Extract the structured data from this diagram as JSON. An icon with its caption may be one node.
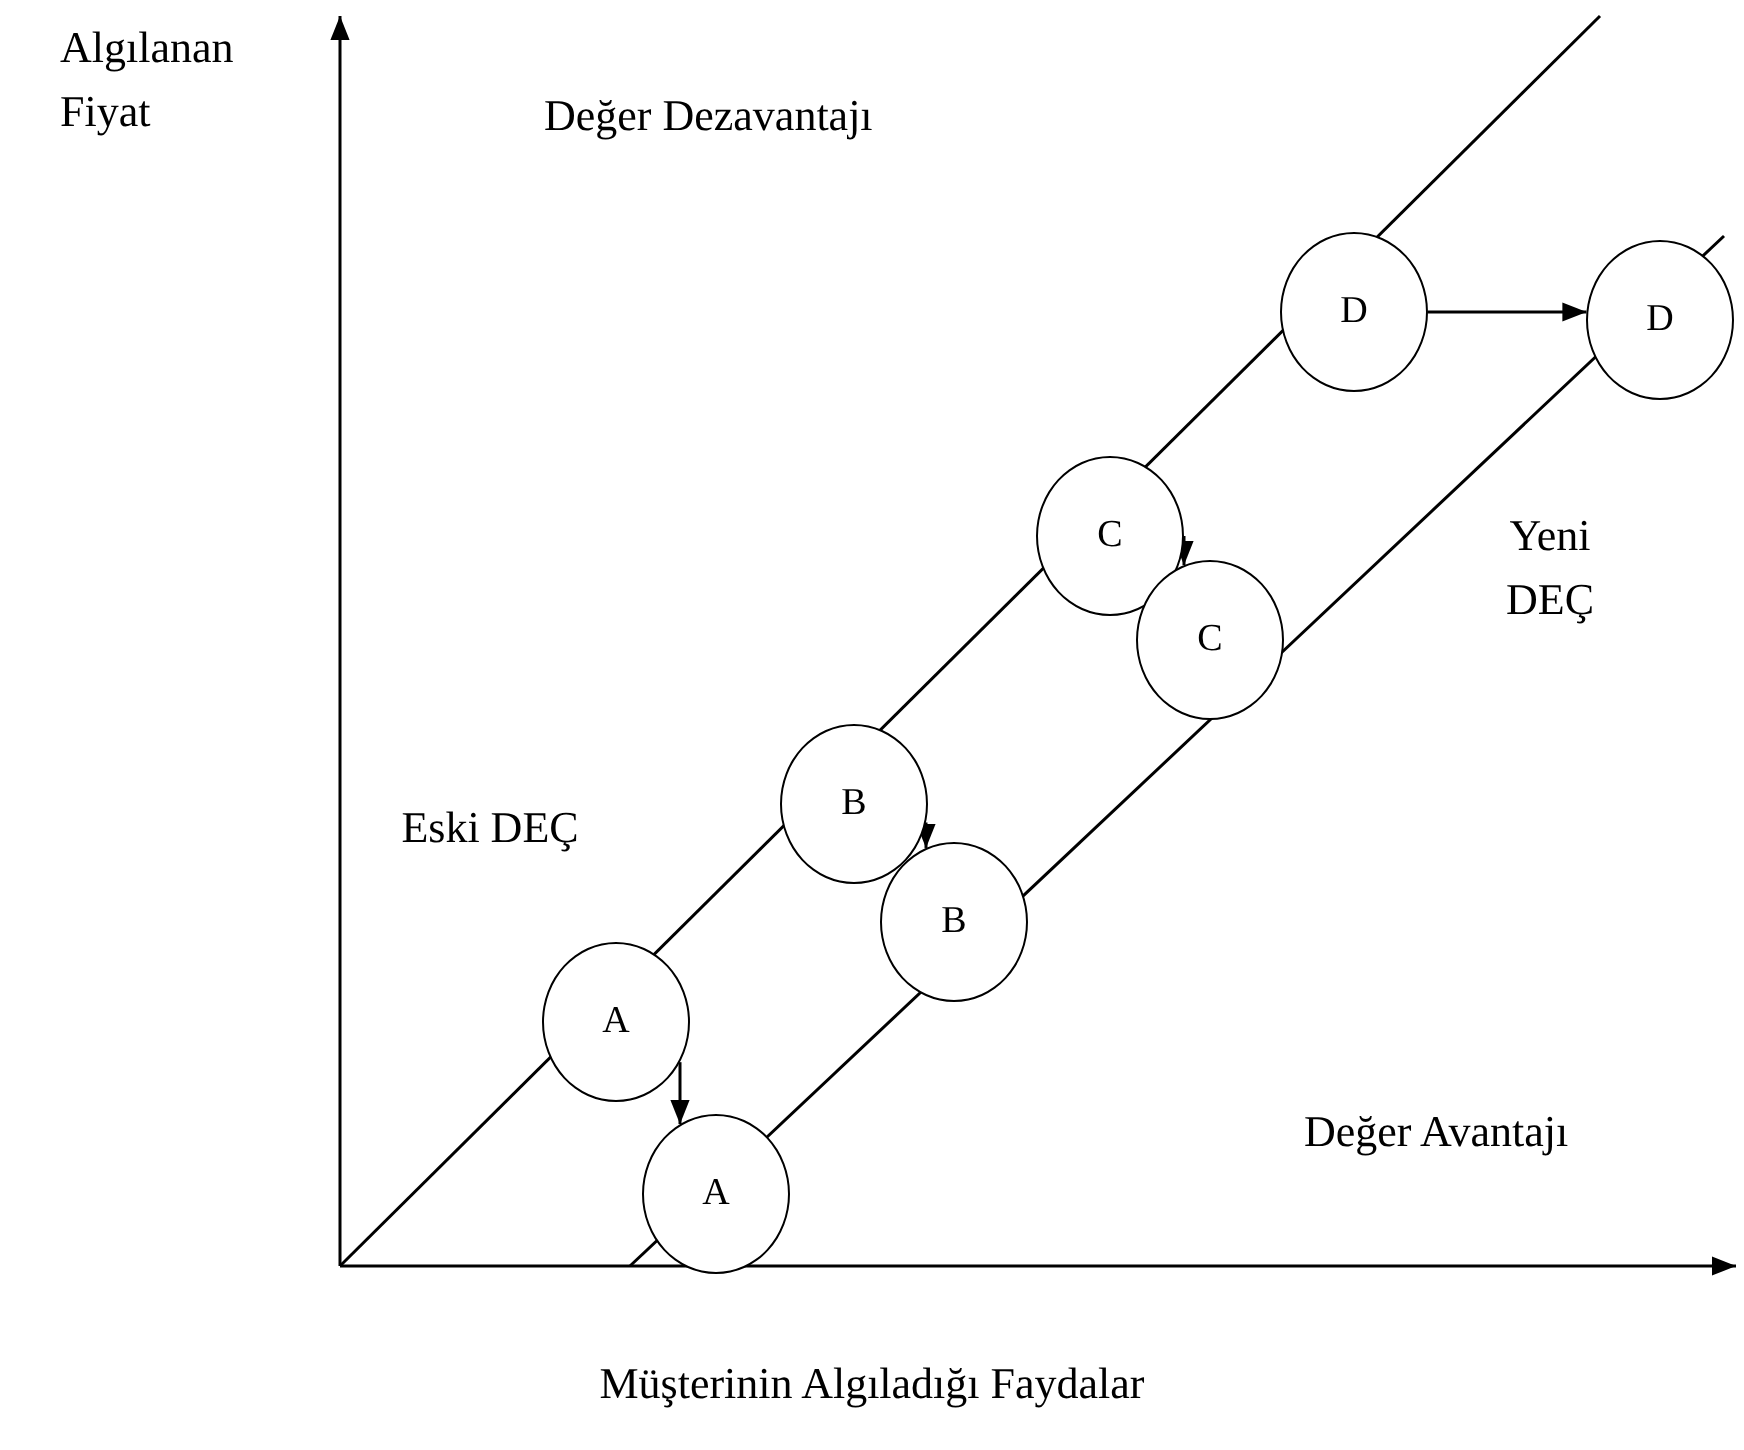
{
  "diagram": {
    "nodes": [
      {
        "text": [
          "D"
        ]
      },
      {
        "text": [
          "D"
        ]
      },
      {
        "text": [
          "C"
        ]
      },
      {
        "text": [
          "C"
        ]
      },
      {
        "text": [
          "B"
        ]
      },
      {
        "text": [
          "B"
        ]
      },
      {
        "text": [
          "A"
        ]
      },
      {
        "text": [
          "A"
        ]
      }
    ],
    "edges": [
      {
        "from": 0,
        "to": 1,
        "arrow": "to"
      },
      {
        "from": 2,
        "to": 3,
        "arrow": "to"
      },
      {
        "from": 4,
        "to": 5,
        "arrow": "to"
      },
      {
        "from": 6,
        "to": 7,
        "arrow": "to"
      }
    ],
    "labels": [
      "Algılanan Fiyat",
      "Değer Dezavantajı",
      "Yeni DEÇ",
      "Eski DEÇ",
      "Değer Avantajı",
      "Müşterinin Algıladığı Faydalar"
    ]
  }
}
